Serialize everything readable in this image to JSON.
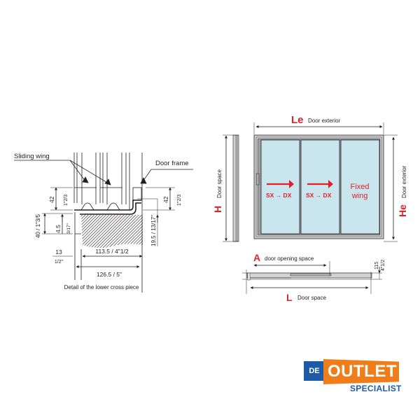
{
  "cross_section": {
    "label_sliding_wing": "Sliding wing",
    "label_door_frame": "Door frame",
    "caption": "Detail of the lower cross piece",
    "dim_left_42": "42",
    "dim_left_42_in": "1\"2/3",
    "dim_right_42": "42",
    "dim_right_42_in": "1\"2/3",
    "dim_40": "40 / 1\"3/5",
    "dim_4_5": "4.5",
    "dim_4_5_in": "3/17\"",
    "dim_19_5": "19.5 / 13/17\"",
    "dim_13": "13",
    "dim_13_in": "1/2\"",
    "dim_113_5": "113.5 / 4\"1/2",
    "dim_126_5": "126.5 / 5\""
  },
  "elevation": {
    "le_letter": "Le",
    "le_text": "Door exterior",
    "h_letter": "H",
    "h_text": "Door space",
    "he_letter": "He",
    "he_text": "Door exterior",
    "panel1_label": "SX → DX",
    "panel2_label": "SX → DX",
    "fixed_line1": "Fixed",
    "fixed_line2": "wing"
  },
  "plan": {
    "a_letter": "A",
    "a_text": "door opening space",
    "l_letter": "L",
    "l_text": "Door space",
    "dim_115": "115",
    "dim_115_in": "4\"1/2"
  },
  "logo": {
    "de": "DE",
    "outlet": "OUTLET",
    "specialist": "SPECIALIST"
  },
  "colors": {
    "accent_red": "#e4202a",
    "glass": "#c9e6ee",
    "frame": "#58595b",
    "logo_orange": "#ef7d1a",
    "logo_blue": "#1f5aa6"
  }
}
